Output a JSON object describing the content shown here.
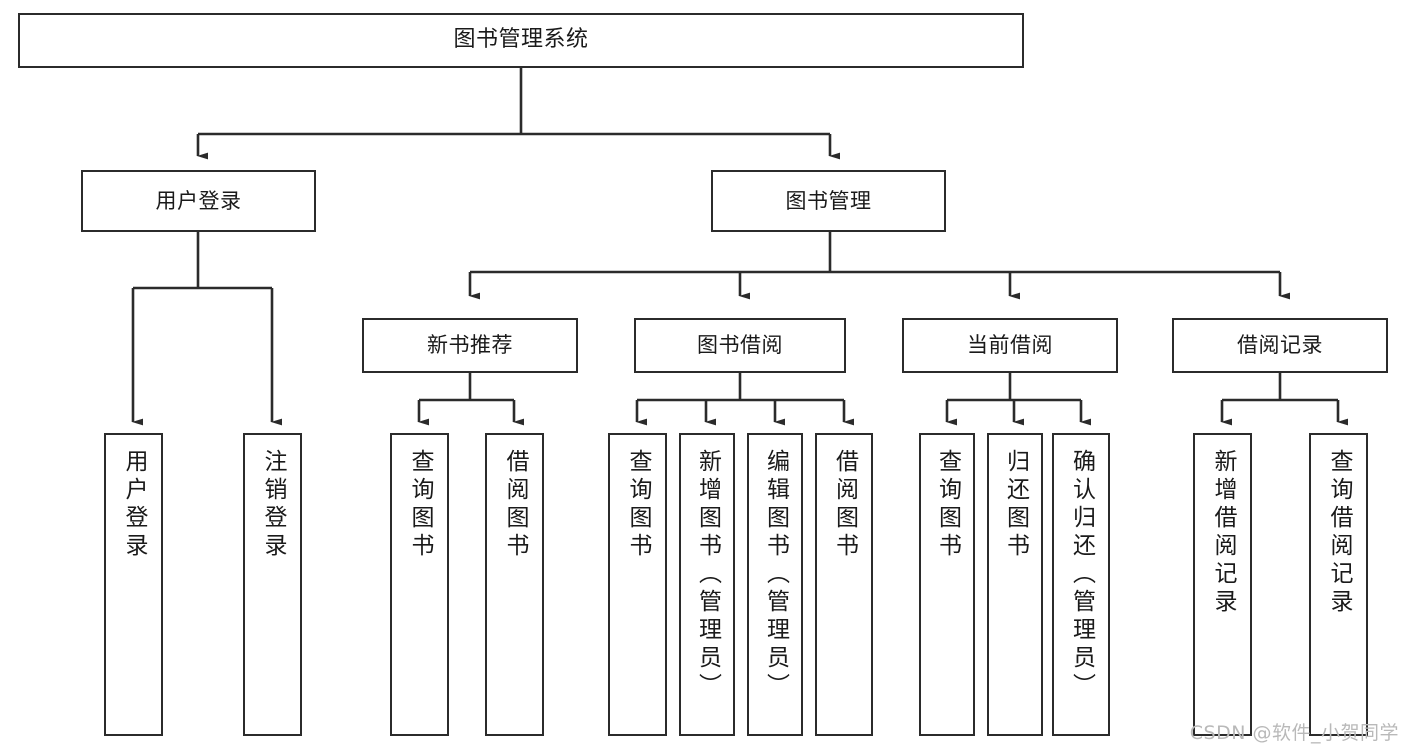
{
  "diagram": {
    "title": "图书管理系统",
    "type": "hierarchy-tree",
    "root": {
      "id": "root",
      "label": "图书管理系统"
    },
    "level2": [
      {
        "id": "user-login",
        "label": "用户登录"
      },
      {
        "id": "book-manage",
        "label": "图书管理"
      }
    ],
    "level3": [
      {
        "id": "new-book-recommend",
        "label": "新书推荐"
      },
      {
        "id": "book-borrow",
        "label": "图书借阅"
      },
      {
        "id": "current-borrow",
        "label": "当前借阅"
      },
      {
        "id": "borrow-record",
        "label": "借阅记录"
      }
    ],
    "leaves": {
      "user_login": [
        {
          "id": "leaf-user-login",
          "label": "用户登录"
        },
        {
          "id": "leaf-logout-login",
          "label": "注销登录"
        }
      ],
      "new_book_recommend": [
        {
          "id": "leaf-query-book-1",
          "label": "查询图书"
        },
        {
          "id": "leaf-borrow-book-1",
          "label": "借阅图书"
        }
      ],
      "book_borrow": [
        {
          "id": "leaf-query-book-2",
          "label": "查询图书"
        },
        {
          "id": "leaf-add-book",
          "label": "新增图书（管理员）"
        },
        {
          "id": "leaf-edit-book",
          "label": "编辑图书（管理员）"
        },
        {
          "id": "leaf-borrow-book-2",
          "label": "借阅图书"
        }
      ],
      "current_borrow": [
        {
          "id": "leaf-query-book-3",
          "label": "查询图书"
        },
        {
          "id": "leaf-return-book",
          "label": "归还图书"
        },
        {
          "id": "leaf-confirm-return",
          "label": "确认归还（管理员）"
        }
      ],
      "borrow_record": [
        {
          "id": "leaf-add-record",
          "label": "新增借阅记录"
        },
        {
          "id": "leaf-query-record",
          "label": "查询借阅记录"
        }
      ]
    }
  },
  "watermark": {
    "text": "CSDN @软件_小贺同学"
  },
  "colors": {
    "stroke": "#2b2b2b",
    "fill": "#ffffff",
    "text": "#1a1a1a",
    "watermark": "#b9b9b9"
  }
}
